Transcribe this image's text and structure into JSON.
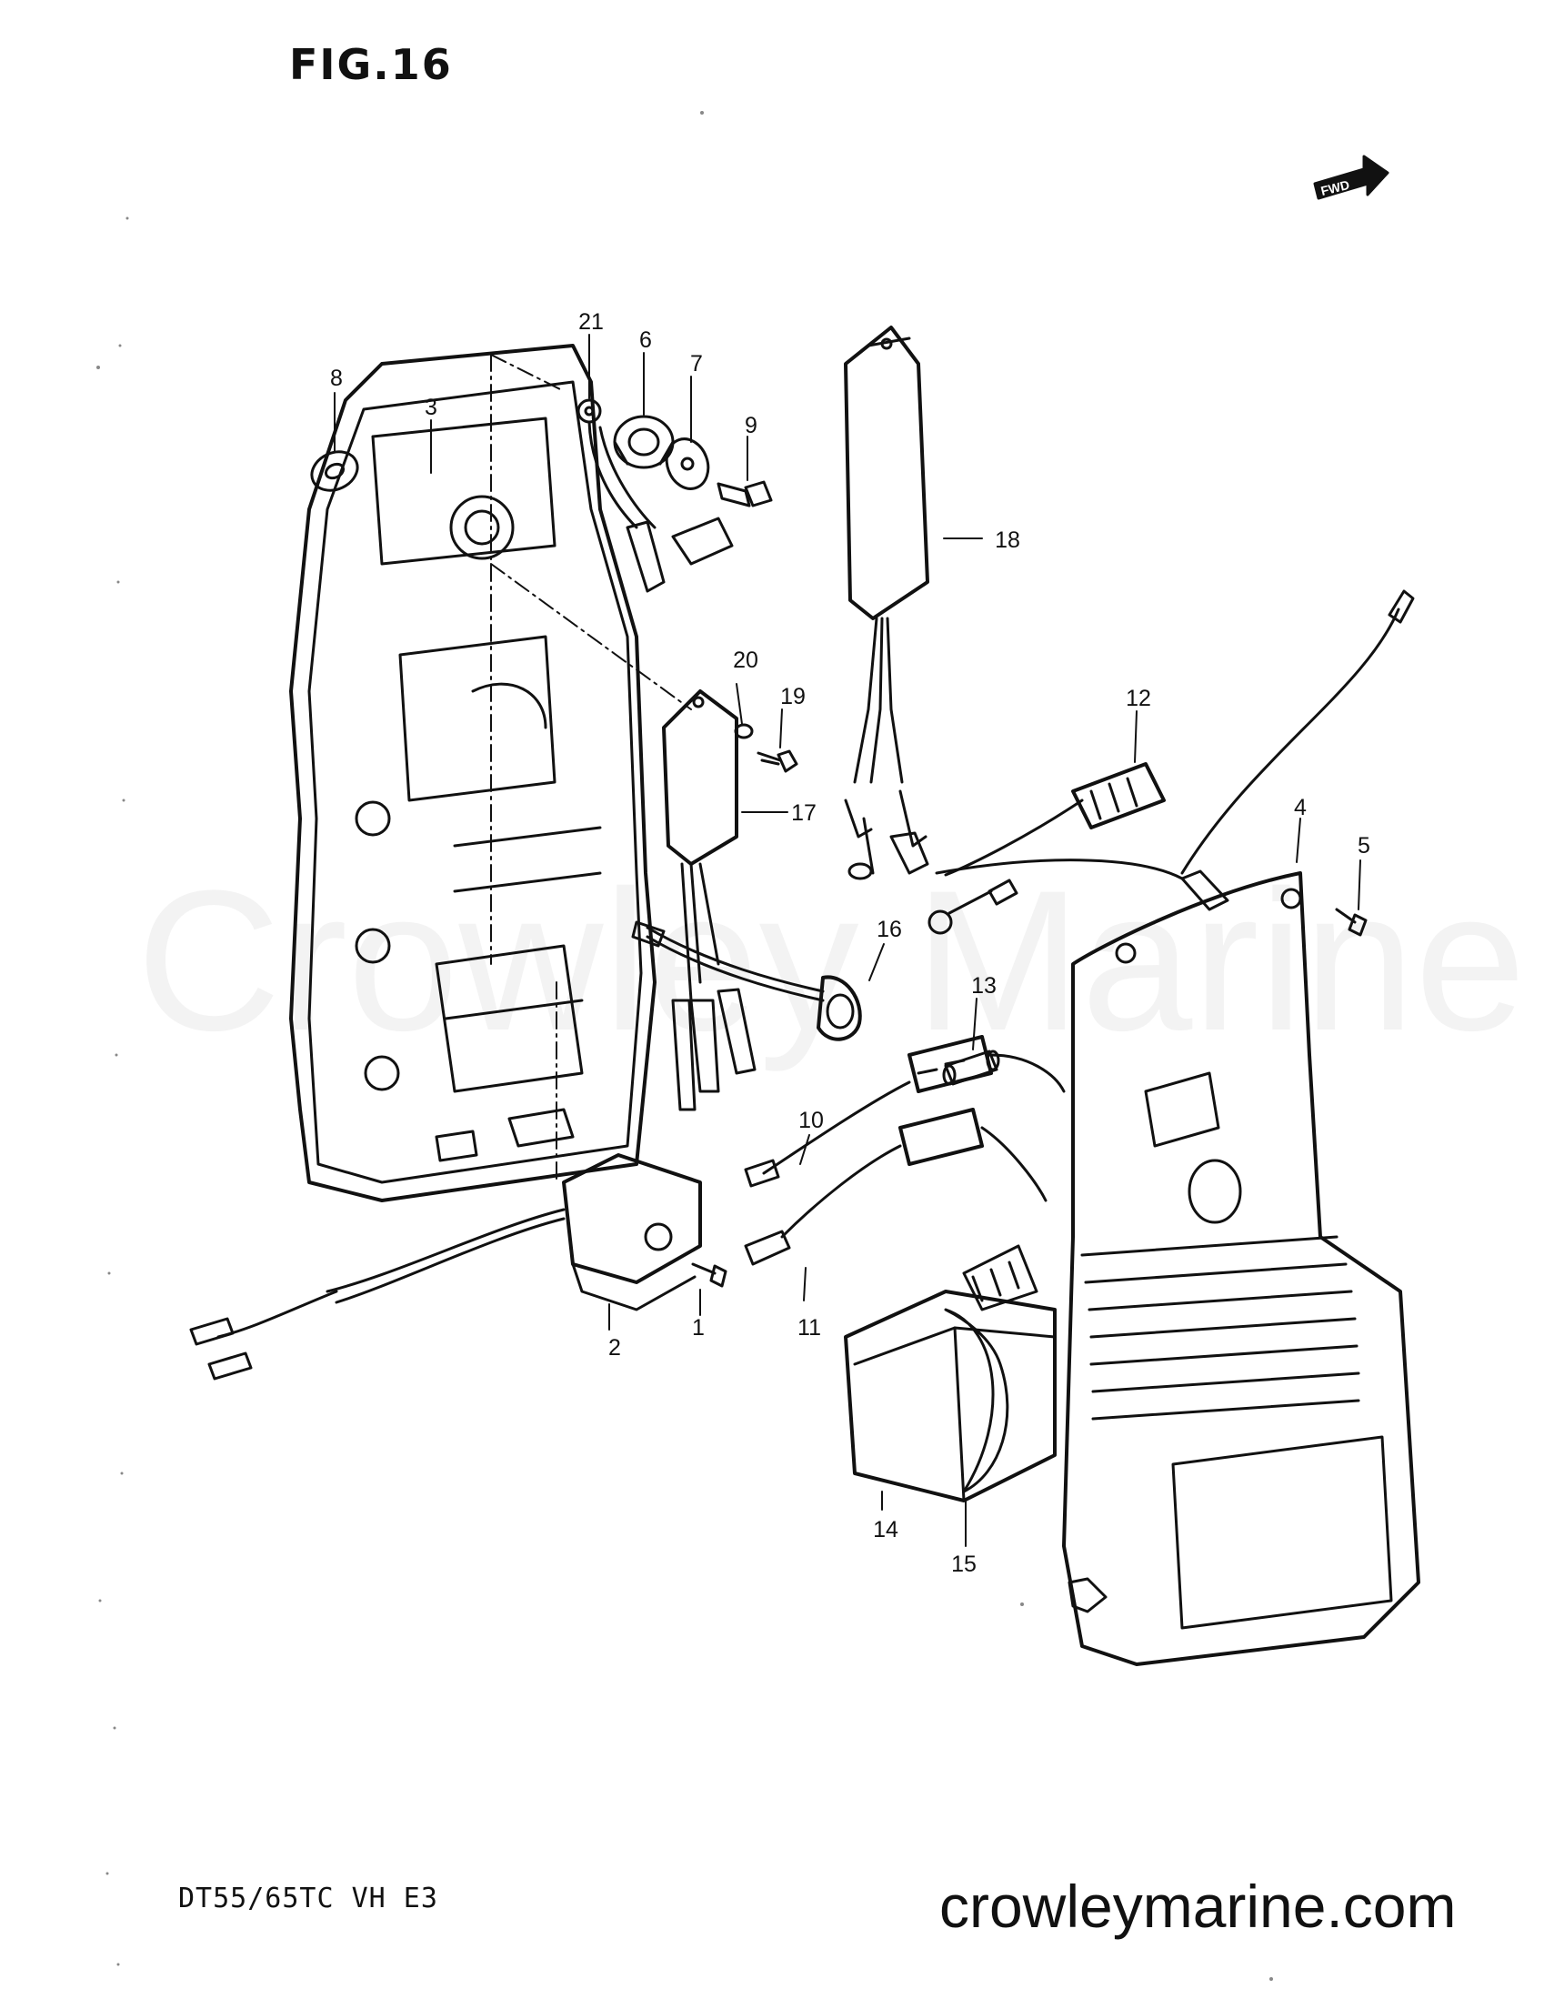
{
  "figure": {
    "title": "FIG.16",
    "fwd_label": "FWD"
  },
  "footer": {
    "model_code": "DT55/65TC VH E3",
    "website": "crowleymarine.com"
  },
  "watermark": {
    "text": "Crowley Marine"
  },
  "callouts": [
    "1",
    "2",
    "3",
    "4",
    "5",
    "6",
    "7",
    "8",
    "9",
    "10",
    "11",
    "12",
    "13",
    "14",
    "15",
    "16",
    "17",
    "18",
    "19",
    "20",
    "21"
  ]
}
